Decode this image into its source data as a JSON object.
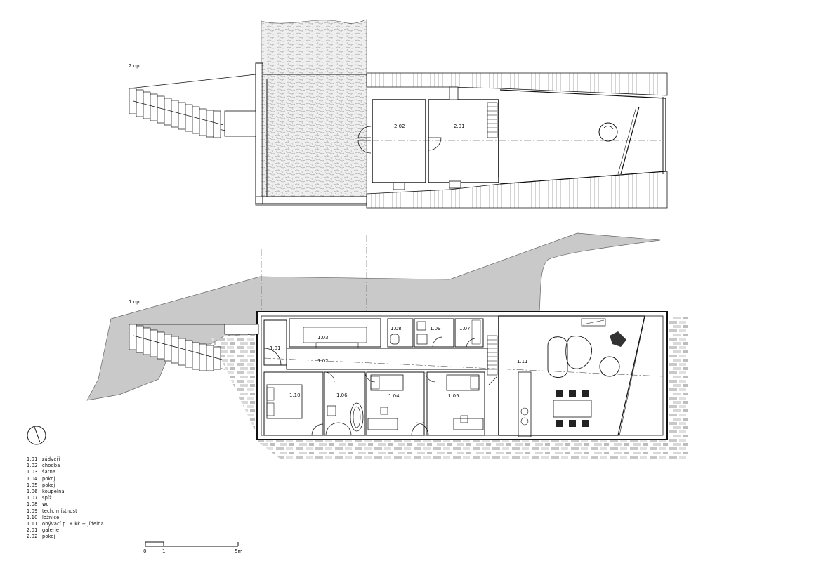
{
  "floors": [
    {
      "label": "2.np"
    },
    {
      "label": "1.np"
    }
  ],
  "rooms": [
    {
      "code": "1.01",
      "name": "zádveří"
    },
    {
      "code": "1.02",
      "name": "chodba"
    },
    {
      "code": "1.03",
      "name": "šatna"
    },
    {
      "code": "1.04",
      "name": "pokoj"
    },
    {
      "code": "1.05",
      "name": "pokoj"
    },
    {
      "code": "1.06",
      "name": "koupelna"
    },
    {
      "code": "1.07",
      "name": "spíž"
    },
    {
      "code": "1.08",
      "name": "wc"
    },
    {
      "code": "1.09",
      "name": "tech. místnost"
    },
    {
      "code": "1.10",
      "name": "ložnice"
    },
    {
      "code": "1.11",
      "name": "obývací p. + kk + jídelna"
    },
    {
      "code": "2.01",
      "name": "galerie"
    },
    {
      "code": "2.02",
      "name": "pokoj"
    }
  ],
  "scale": {
    "labels": [
      "0",
      "1",
      "5m"
    ]
  }
}
